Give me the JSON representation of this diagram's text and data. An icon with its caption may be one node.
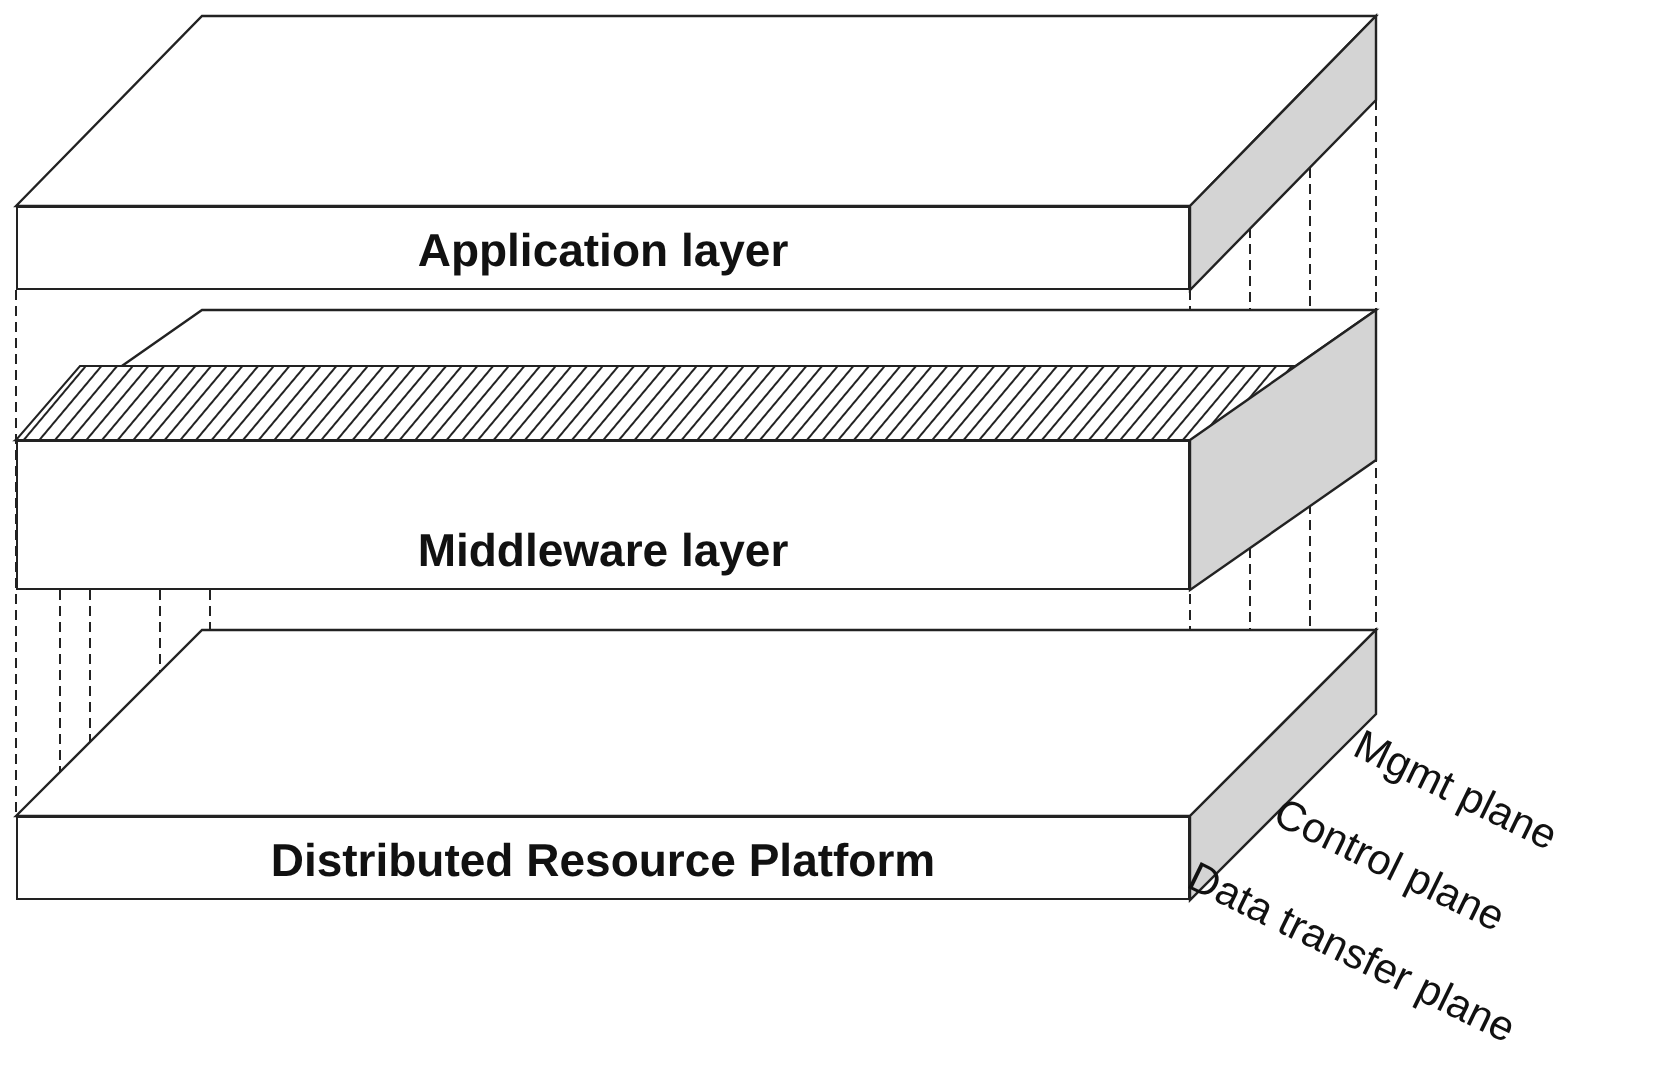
{
  "diagram": {
    "nodes": [
      {
        "text": [
          "Application layer"
        ]
      },
      {
        "text": [
          "Middleware layer"
        ]
      },
      {
        "text": [
          "Distributed Resource Platform"
        ]
      }
    ],
    "labels": [
      "Mgmt plane",
      "Control plane",
      "Data transfer plane"
    ]
  }
}
